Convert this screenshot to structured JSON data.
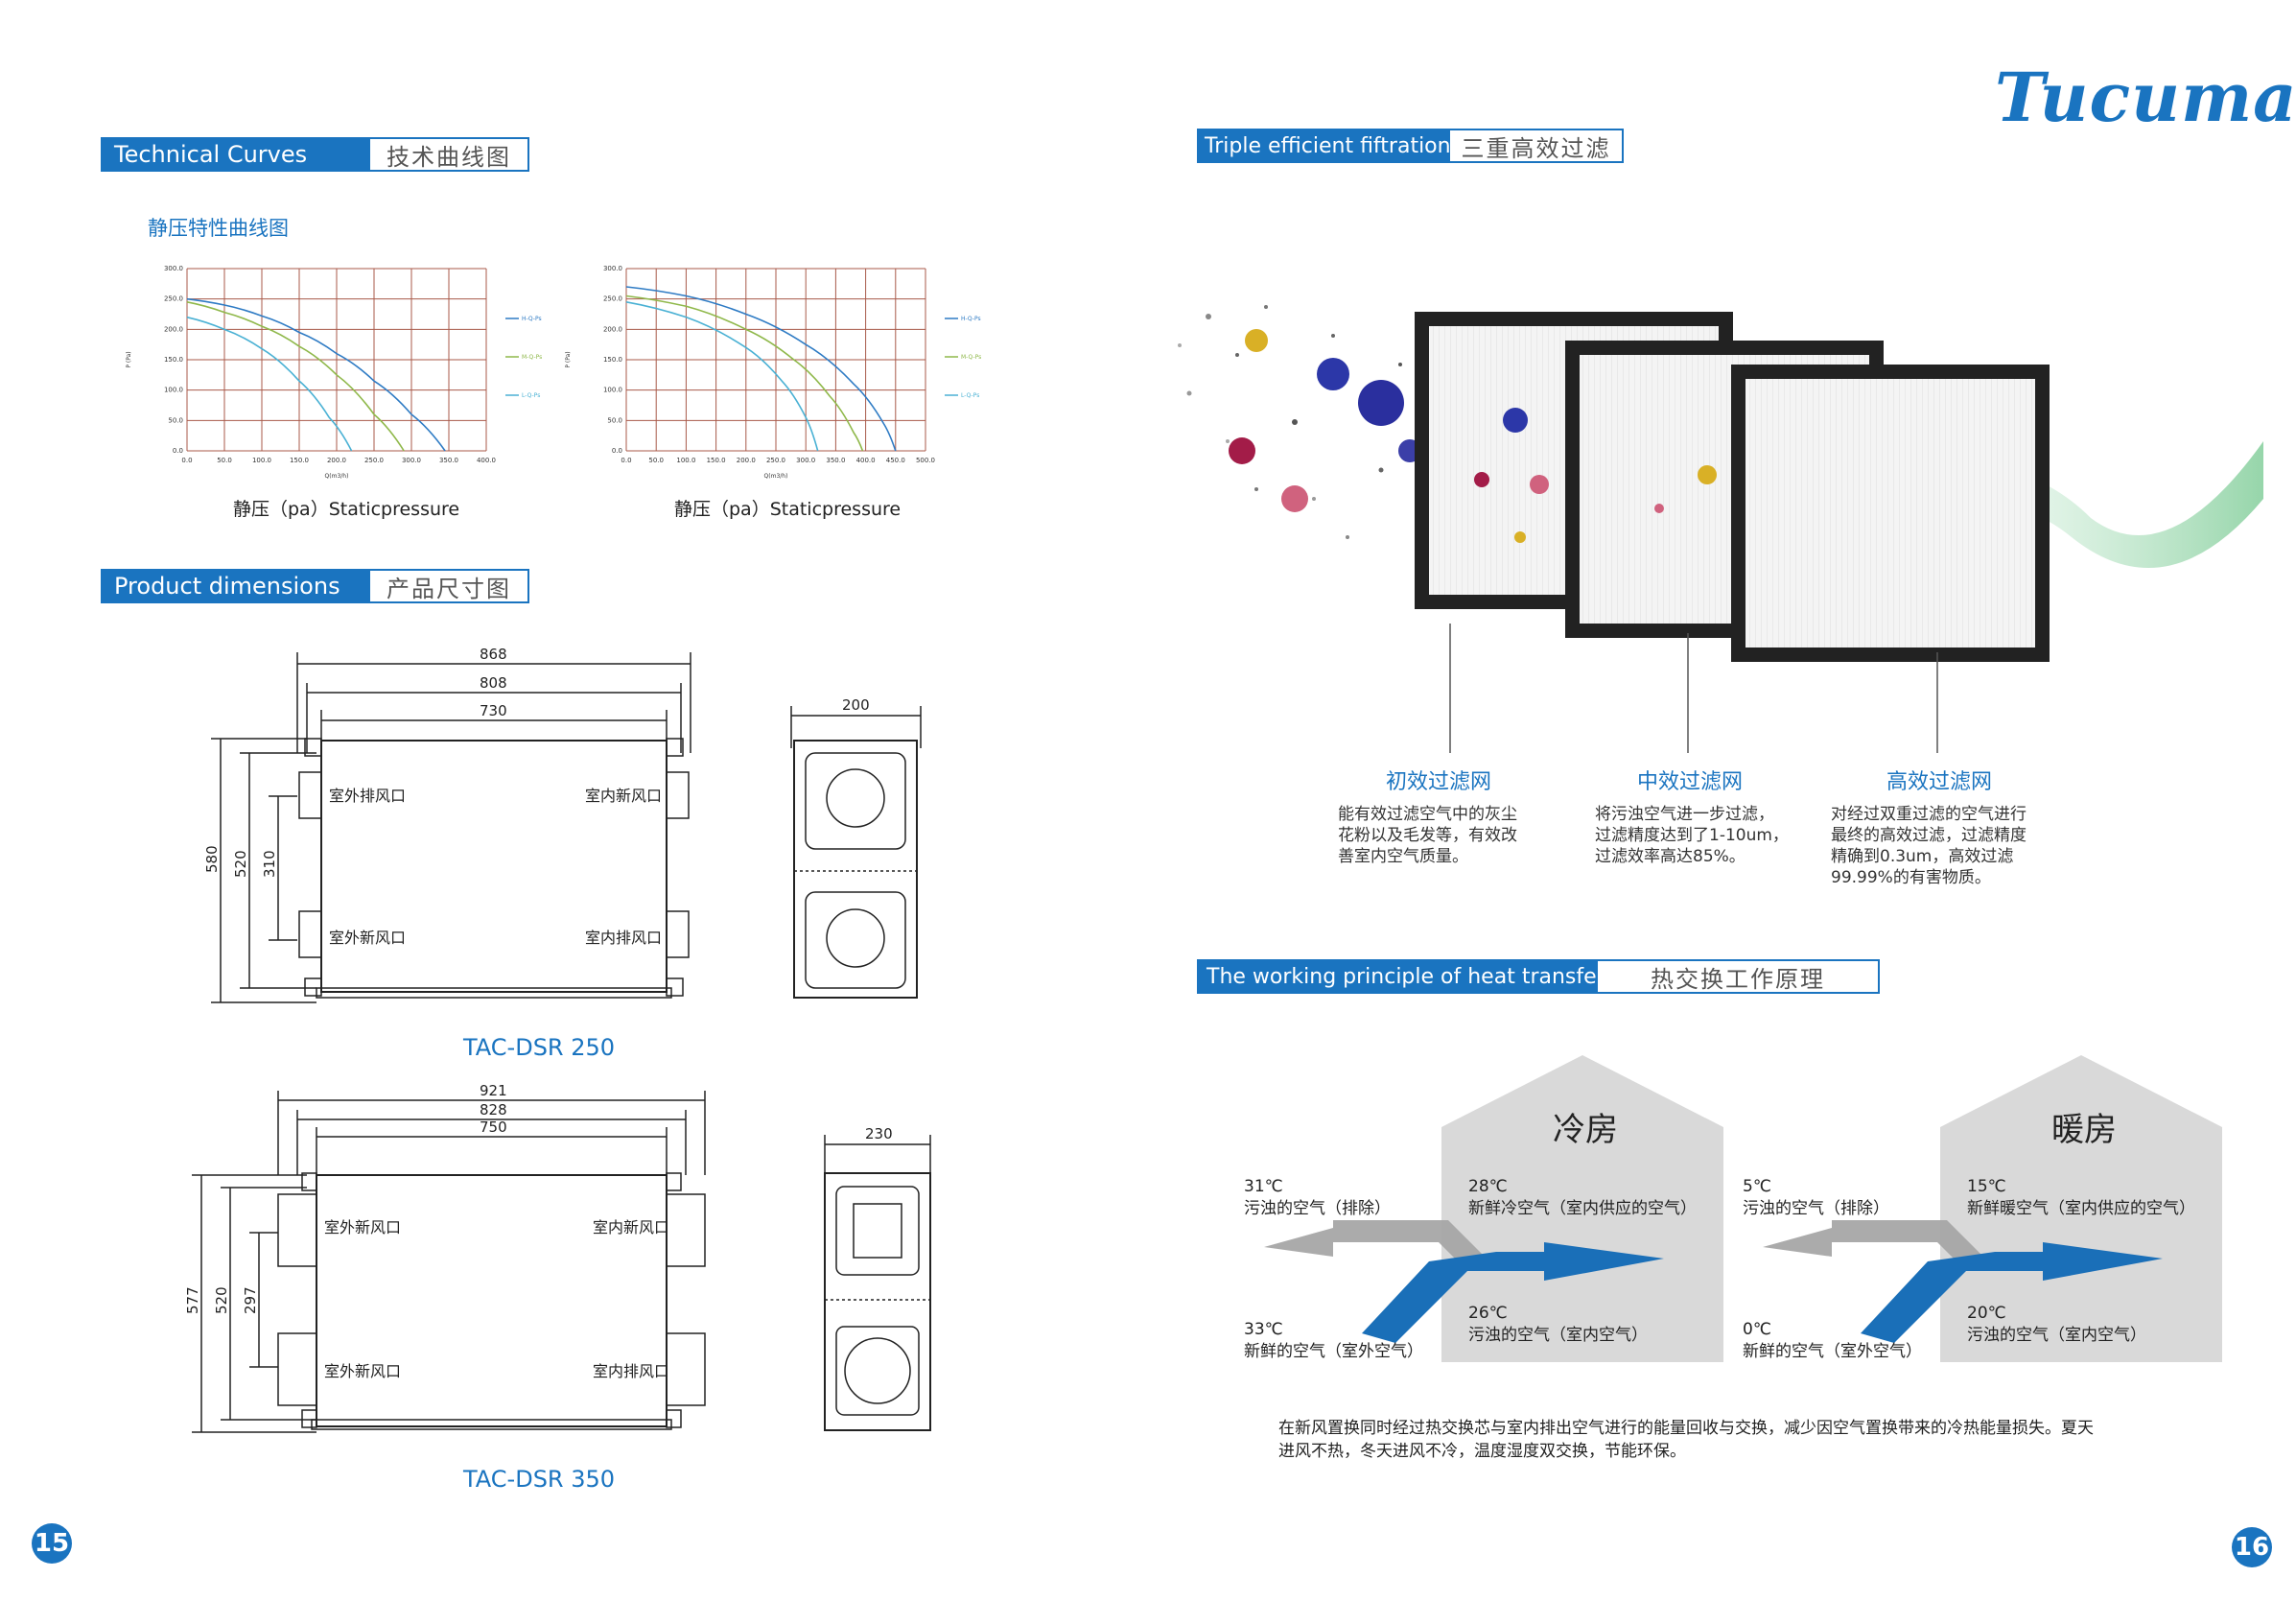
{
  "left": {
    "tech_curves": {
      "en": "Technical Curves",
      "cn": "技术曲线图"
    },
    "static_title": "静压特性曲线图",
    "chart_caption": "静压（pa）Staticpressure",
    "dims_header": {
      "en": "Product dimensions",
      "cn": "产品尺寸图"
    },
    "model_a": "TAC-DSR 250",
    "model_b": "TAC-DSR 350",
    "dim_a": {
      "w1": "868",
      "w2": "808",
      "w3": "730",
      "h1": "580",
      "h2": "520",
      "h3": "310",
      "d": "200",
      "labels": [
        "室外排风口",
        "室内新风口",
        "室外新风口",
        "室内排风口"
      ]
    },
    "dim_b": {
      "w1": "921",
      "w2": "828",
      "w3": "750",
      "h1": "577",
      "h2": "520",
      "h3": "297",
      "d": "230",
      "labels": [
        "室外新风口",
        "室内新风口",
        "室外新风口",
        "室内排风口"
      ]
    },
    "page_number": "15"
  },
  "chart_data": [
    {
      "type": "line",
      "title": "",
      "xlabel": "Q(m3/h)",
      "ylabel": "P (Pa)",
      "xlim": [
        0,
        400
      ],
      "ylim": [
        0,
        300
      ],
      "x_ticks": [
        "0.0",
        "50.0",
        "100.0",
        "150.0",
        "200.0",
        "250.0",
        "300.0",
        "350.0",
        "400.0"
      ],
      "y_ticks": [
        "0.0",
        "50.0",
        "100.0",
        "150.0",
        "200.0",
        "250.0",
        "300.0"
      ],
      "series": [
        {
          "name": "H-Q-Ps",
          "color": "#2e7bc4",
          "points": [
            [
              0,
              250
            ],
            [
              50,
              240
            ],
            [
              100,
              222
            ],
            [
              150,
              195
            ],
            [
              200,
              160
            ],
            [
              250,
              115
            ],
            [
              300,
              60
            ],
            [
              345,
              0
            ]
          ]
        },
        {
          "name": "M-Q-Ps",
          "color": "#8fb84a",
          "points": [
            [
              0,
              245
            ],
            [
              50,
              228
            ],
            [
              100,
              205
            ],
            [
              150,
              172
            ],
            [
              200,
              125
            ],
            [
              250,
              60
            ],
            [
              290,
              0
            ]
          ]
        },
        {
          "name": "L-Q-Ps",
          "color": "#4ab1d4",
          "points": [
            [
              0,
              220
            ],
            [
              50,
              200
            ],
            [
              100,
              168
            ],
            [
              150,
              115
            ],
            [
              190,
              55
            ],
            [
              220,
              0
            ]
          ]
        }
      ]
    },
    {
      "type": "line",
      "title": "",
      "xlabel": "Q(m3/h)",
      "ylabel": "P (Pa)",
      "xlim": [
        0,
        500
      ],
      "ylim": [
        0,
        300
      ],
      "x_ticks": [
        "0.0",
        "50.0",
        "100.0",
        "150.0",
        "200.0",
        "250.0",
        "300.0",
        "350.0",
        "400.0",
        "450.0",
        "500.0"
      ],
      "y_ticks": [
        "0.0",
        "50.0",
        "100.0",
        "150.0",
        "200.0",
        "250.0",
        "300.0"
      ],
      "series": [
        {
          "name": "H-Q-Ps",
          "color": "#2e7bc4",
          "points": [
            [
              0,
              270
            ],
            [
              100,
              255
            ],
            [
              200,
              225
            ],
            [
              300,
              175
            ],
            [
              380,
              110
            ],
            [
              430,
              45
            ],
            [
              450,
              0
            ]
          ]
        },
        {
          "name": "M-Q-Ps",
          "color": "#8fb84a",
          "points": [
            [
              0,
              255
            ],
            [
              100,
              238
            ],
            [
              200,
              200
            ],
            [
              280,
              150
            ],
            [
              340,
              90
            ],
            [
              380,
              30
            ],
            [
              395,
              0
            ]
          ]
        },
        {
          "name": "L-Q-Ps",
          "color": "#4ab1d4",
          "points": [
            [
              0,
              245
            ],
            [
              100,
              220
            ],
            [
              200,
              170
            ],
            [
              260,
              115
            ],
            [
              300,
              55
            ],
            [
              320,
              0
            ]
          ]
        }
      ]
    }
  ],
  "right": {
    "filtration_header": {
      "en": "Triple efficient fiftration",
      "cn": "三重高效过滤"
    },
    "filters": [
      {
        "title": "初效过滤网",
        "desc": [
          "能有效过滤空气中的灰尘",
          "花粉以及毛发等，有效改",
          "善室内空气质量。"
        ]
      },
      {
        "title": "中效过滤网",
        "desc": [
          "将污浊空气进一步过滤，",
          "过滤精度达到了1-10um，",
          "过滤效率高达85%。"
        ]
      },
      {
        "title": "高效过滤网",
        "desc": [
          "对经过双重过滤的空气进行",
          "最终的高效过滤，过滤精度",
          "精确到0.3um，高效过滤",
          "99.99%的有害物质。"
        ]
      }
    ],
    "heat_header": {
      "en": "The working principle of heat transfer",
      "cn": "热交换工作原理"
    },
    "cool": {
      "title": "冷房",
      "out_exhaust": [
        "31℃",
        "污浊的空气（排除）"
      ],
      "in_supply": [
        "28℃",
        "新鲜冷空气（室内供应的空气）"
      ],
      "out_fresh": [
        "33℃",
        "新鲜的空气（室外空气）"
      ],
      "in_stale": [
        "26℃",
        "污浊的空气（室内空气）"
      ]
    },
    "warm": {
      "title": "暖房",
      "out_exhaust": [
        "5℃",
        "污浊的空气（排除）"
      ],
      "in_supply": [
        "15℃",
        "新鲜暖空气（室内供应的空气）"
      ],
      "out_fresh": [
        "0℃",
        "新鲜的空气（室外空气）"
      ],
      "in_stale": [
        "20℃",
        "污浊的空气（室内空气）"
      ]
    },
    "footer": [
      "在新风置换同时经过热交换芯与室内排出空气进行的能量回收与交换，减少因空气置换带来的冷热能量损失。夏天",
      "进风不热，冬天进风不冷，温度湿度双交换，节能环保。"
    ],
    "logo": "Tucuman",
    "page_number": "16"
  },
  "colors": {
    "accent": "#1a74c0",
    "house": "#d9d9d9",
    "arrow_blue": "#1a6fb8",
    "arrow_grey": "#a6a6a6"
  }
}
